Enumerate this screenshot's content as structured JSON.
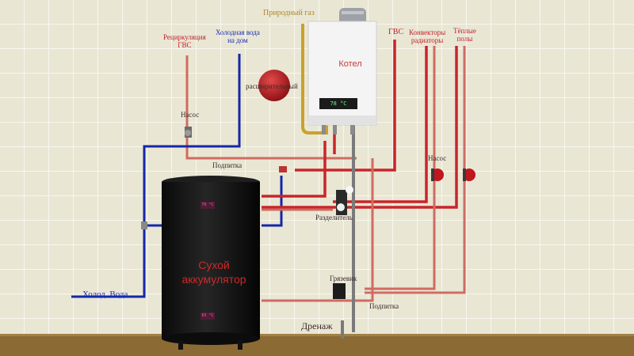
{
  "labels": {
    "natural_gas": "Природный газ",
    "boiler": "Котел",
    "boiler_temp": "78 °C",
    "dhw_recirc_line1": "Рециркуляция",
    "dhw_recirc_line2": "ГВС",
    "cold_to_house_line1": "Холодная вода",
    "cold_to_house_line2": "на дом",
    "expansion_tank": "расширительный",
    "dhw_out": "ГВС",
    "convector_radiators_line1": "Конвекторы",
    "convector_radiators_line2": "радиаторы",
    "warm_floors_line1": "Тёплые",
    "warm_floors_line2": "полы",
    "pump_left": "Насос",
    "pump_right_1": "Насос",
    "makeup_top": "Подпитка",
    "separator": "Разделитель",
    "dirt_filter": "Грязевик",
    "makeup_bottom": "Подпитка",
    "drain": "Дренаж",
    "cold_water": "Холод. Вода",
    "tank_line1": "Сухой",
    "tank_line2": "аккумулятор",
    "tank_top_temp": "76 °C",
    "tank_bottom_temp": "65 °C"
  },
  "colors": {
    "wall_tile": "#e9e6d4",
    "grout": "#f6f4e8",
    "floor": "#8b6a34",
    "hot_pipe": "#c8252a",
    "cold_pipe": "#1528a8",
    "return_pipe": "#d06b60",
    "gas_pipe": "#c9a22b",
    "tank_body": "#141414",
    "boiler_body": "#f4f4f4"
  }
}
